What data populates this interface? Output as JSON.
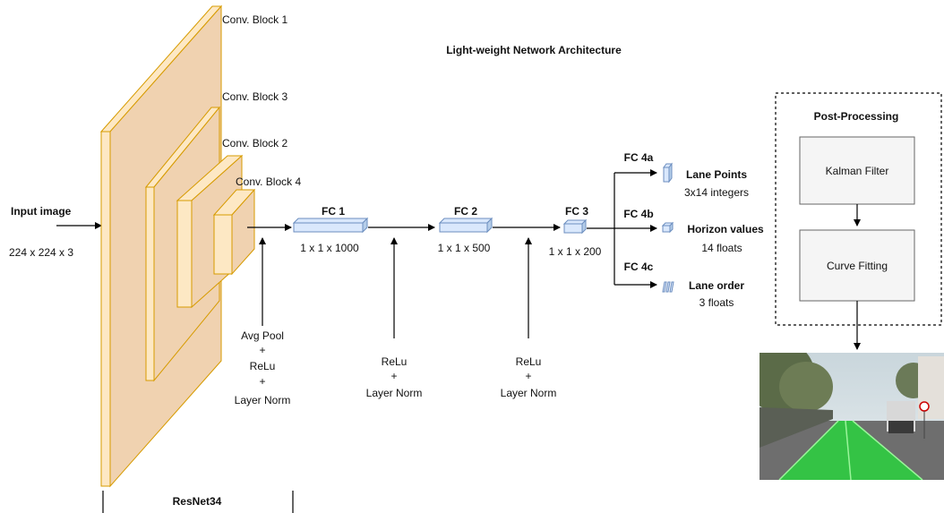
{
  "title": "Light-weight Network Architecture",
  "input": {
    "label": "Input image",
    "size": "224 x 224 x 3"
  },
  "backbone": {
    "name": "ResNet34",
    "blocks": [
      "Conv. Block 1",
      "Conv. Block 3",
      "Conv. Block 2",
      "Conv. Block 4"
    ]
  },
  "ops": {
    "pool": [
      "Avg Pool",
      "+",
      "ReLu",
      "+",
      "Layer Norm"
    ],
    "relu1": [
      "ReLu",
      "+",
      "Layer Norm"
    ],
    "relu2": [
      "ReLu",
      "+",
      "Layer Norm"
    ]
  },
  "fc": [
    {
      "label": "FC 1",
      "dims": "1 x 1 x 1000"
    },
    {
      "label": "FC 2",
      "dims": "1 x 1 x 500"
    },
    {
      "label": "FC 3",
      "dims": "1 x 1 x 200"
    }
  ],
  "heads": [
    {
      "label": "FC 4a",
      "output": "Lane Points",
      "detail": "3x14 integers"
    },
    {
      "label": "FC 4b",
      "output": "Horizon values",
      "detail": "14 floats"
    },
    {
      "label": "FC 4c",
      "output": "Lane order",
      "detail": "3 floats"
    }
  ],
  "post": {
    "title": "Post-Processing",
    "steps": [
      "Kalman Filter",
      "Curve Fitting"
    ]
  },
  "colors": {
    "conv_fill": "#f0d2b0",
    "conv_inner": "#fde8c4",
    "conv_stroke": "#d79b00",
    "fc_fill": "#dae8fc",
    "fc_stroke": "#6c8ebf",
    "step_fill": "#f5f5f5",
    "step_stroke": "#666666",
    "road_green": "#2ecc40"
  }
}
